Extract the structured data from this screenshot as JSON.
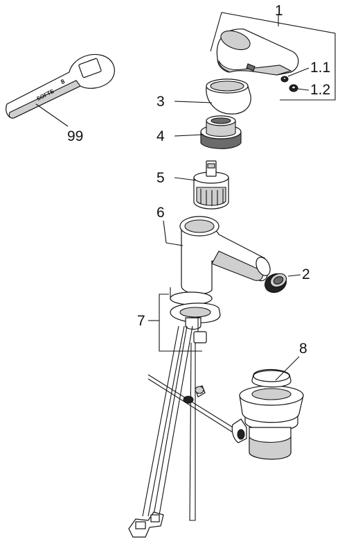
{
  "diagram": {
    "labels": {
      "p1": "1",
      "p1_1": "1.1",
      "p1_2": "1.2",
      "p2": "2",
      "p3": "3",
      "p4": "4",
      "p5": "5",
      "p6": "6",
      "p7": "7",
      "p8": "8",
      "p99": "99"
    },
    "wrench_text": "SOFTE"
  }
}
